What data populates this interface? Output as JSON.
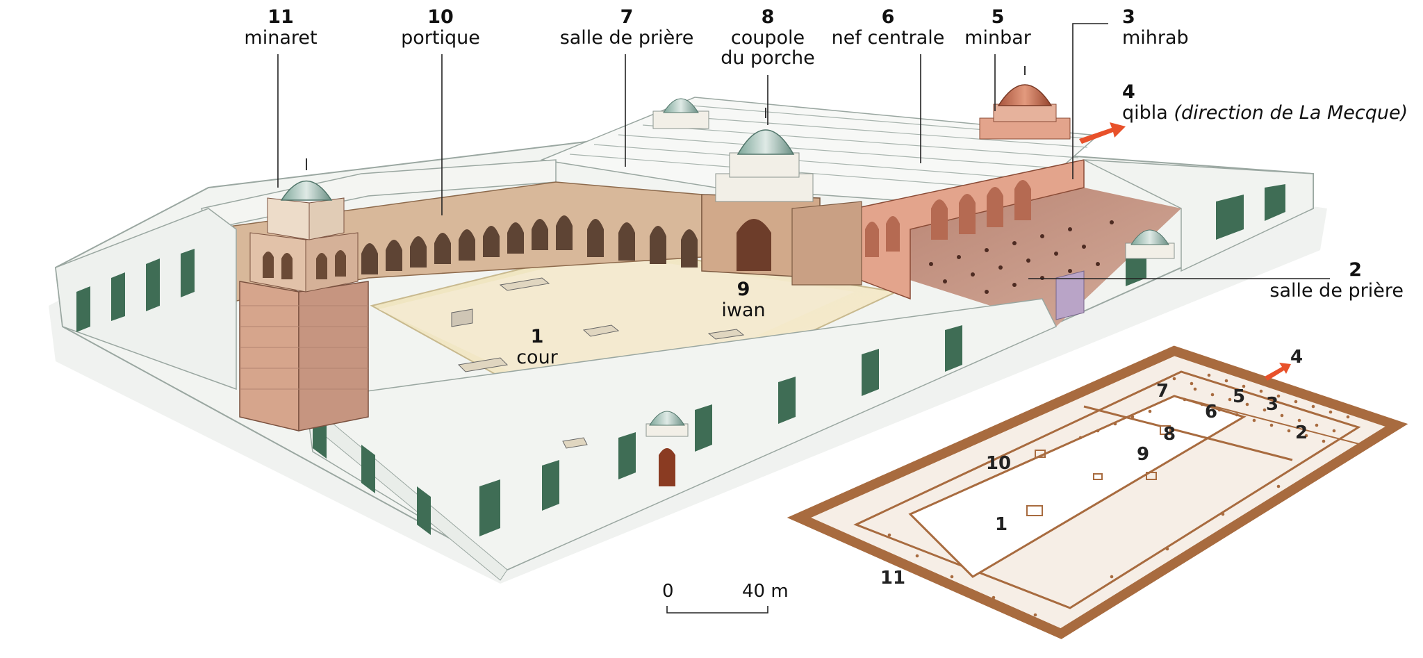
{
  "labels": [
    {
      "num": "11",
      "text": "minaret"
    },
    {
      "num": "10",
      "text": "portique"
    },
    {
      "num": "7",
      "text": "salle de prière"
    },
    {
      "num": "8",
      "text": "coupole",
      "text2": "du porche"
    },
    {
      "num": "6",
      "text": "nef centrale"
    },
    {
      "num": "5",
      "text": "minbar"
    },
    {
      "num": "3",
      "text": "mihrab"
    },
    {
      "num": "4",
      "text": "qibla",
      "italic": "(direction de La Mecque)"
    },
    {
      "num": "2",
      "text": "salle de prière"
    },
    {
      "num": "9",
      "text": "iwan"
    },
    {
      "num": "1",
      "text": "cour"
    }
  ],
  "plan_numbers": [
    "7",
    "5",
    "3",
    "6",
    "2",
    "8",
    "9",
    "10",
    "1",
    "11",
    "4"
  ],
  "scale": {
    "start": "0",
    "end": "40 m"
  },
  "colors": {
    "plan": "#a86b3f",
    "arrow": "#e8512a",
    "courtyard": "#f3e7c6",
    "wall_light": "#f2f4f1",
    "wall_green": "#3f6d55",
    "arcade": "#d8b89a",
    "prayer_floor": "#c79a86",
    "minaret": "#d6a58c"
  }
}
